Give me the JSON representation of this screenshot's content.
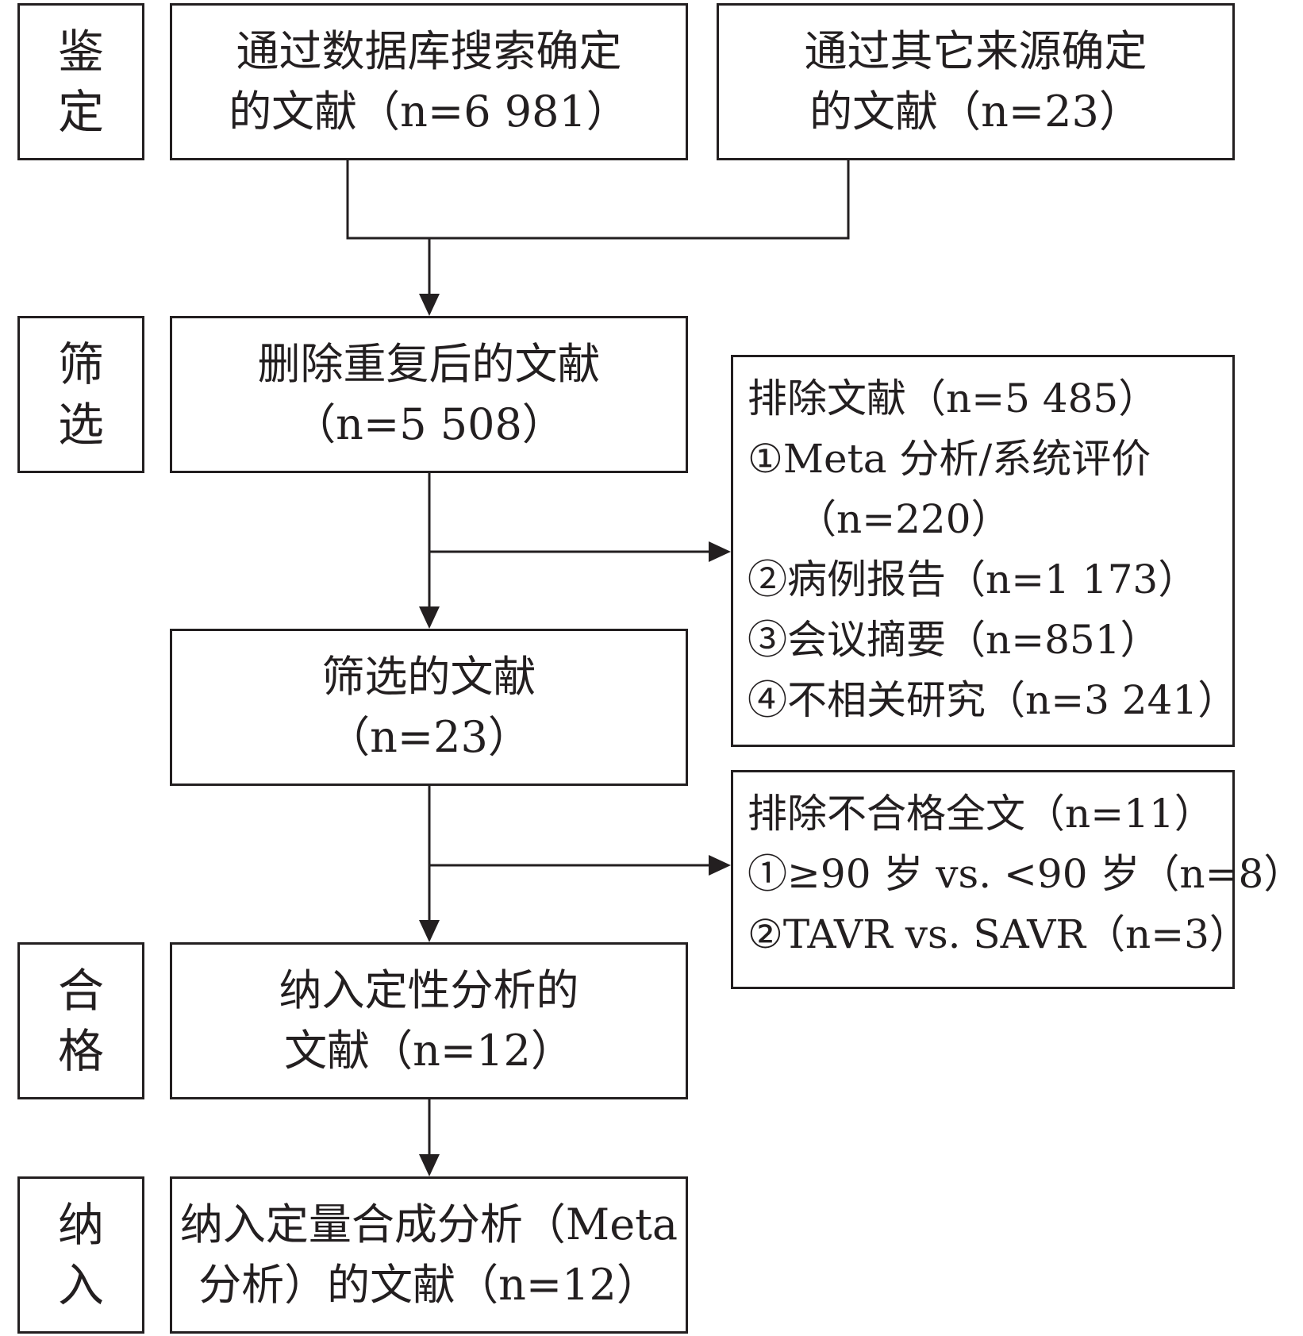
{
  "stages": [
    {
      "id": "identification",
      "chars": [
        "鉴",
        "定"
      ]
    },
    {
      "id": "screening",
      "chars": [
        "筛",
        "选"
      ]
    },
    {
      "id": "eligibility",
      "chars": [
        "合",
        "格"
      ]
    },
    {
      "id": "included",
      "chars": [
        "纳",
        "入"
      ]
    }
  ],
  "boxes": {
    "database": {
      "line1": "通过数据库搜索确定",
      "line2": "的文献（n=6 981）"
    },
    "other_sources": {
      "line1": "通过其它来源确定",
      "line2": "的文献（n=23）"
    },
    "after_duplicates": {
      "line1": "删除重复后的文献",
      "line2": "（n=5 508）"
    },
    "screened": {
      "line1": "筛选的文献",
      "line2": "（n=23）"
    },
    "qualitative": {
      "line1": "纳入定性分析的",
      "line2": "文献（n=12）"
    },
    "quantitative": {
      "line1": "纳入定量合成分析（Meta",
      "line2": "分析）的文献（n=12）"
    }
  },
  "excluded_records": {
    "title": "排除文献（n=5 485）",
    "items": [
      "①Meta 分析/系统评价",
      "（n=220）",
      "②病例报告（n=1 173）",
      "③会议摘要（n=851）",
      "④不相关研究（n=3 241）"
    ]
  },
  "excluded_fulltext": {
    "title": "排除不合格全文（n=11）",
    "items": [
      "①≥90 岁 vs. <90 岁（n=8）",
      "②TAVR vs. SAVR（n=3）"
    ]
  }
}
